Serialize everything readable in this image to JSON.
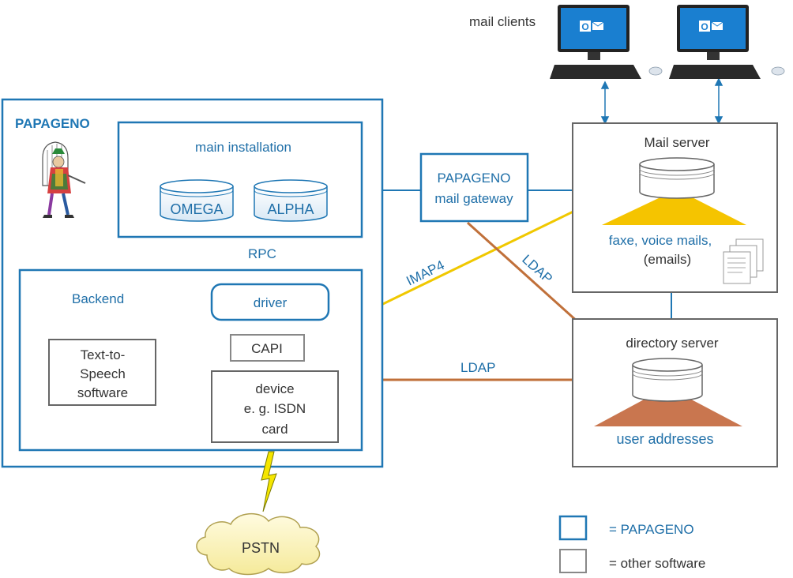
{
  "title": "PAPAGENO",
  "main_installation": {
    "label": "main installation",
    "db1": "OMEGA",
    "db2": "ALPHA"
  },
  "rpc_label": "RPC",
  "backend": {
    "label": "Backend",
    "driver": "driver",
    "capi": "CAPI",
    "tts_line1": "Text-to-",
    "tts_line2": "Speech",
    "tts_line3": "software",
    "device_line1": "device",
    "device_line2": "e. g. ISDN",
    "device_line3": "card"
  },
  "gateway": {
    "line1": "PAPAGENO",
    "line2": "mail gateway"
  },
  "mail_clients_label": "mail clients",
  "mail_server": {
    "label": "Mail server",
    "content_line1": "faxe, voice mails,",
    "content_line2": "(emails)"
  },
  "directory_server": {
    "label": "directory server",
    "content": "user addresses"
  },
  "connections": {
    "imap": "IMAP4",
    "ldap_gateway": "LDAP",
    "ldap_backend": "LDAP"
  },
  "pstn_label": "PSTN",
  "legend": {
    "papageno": "= PAPAGENO",
    "other": "= other software"
  },
  "colors": {
    "papageno_blue": "#1f77b4",
    "text_blue": "#1f6fa8",
    "other_gray": "#7a7a7a",
    "imap_yellow": "#f0c800",
    "ldap_orange": "#c0703a",
    "mail_yellow": "#f5c400",
    "user_orange": "#c9764f"
  }
}
